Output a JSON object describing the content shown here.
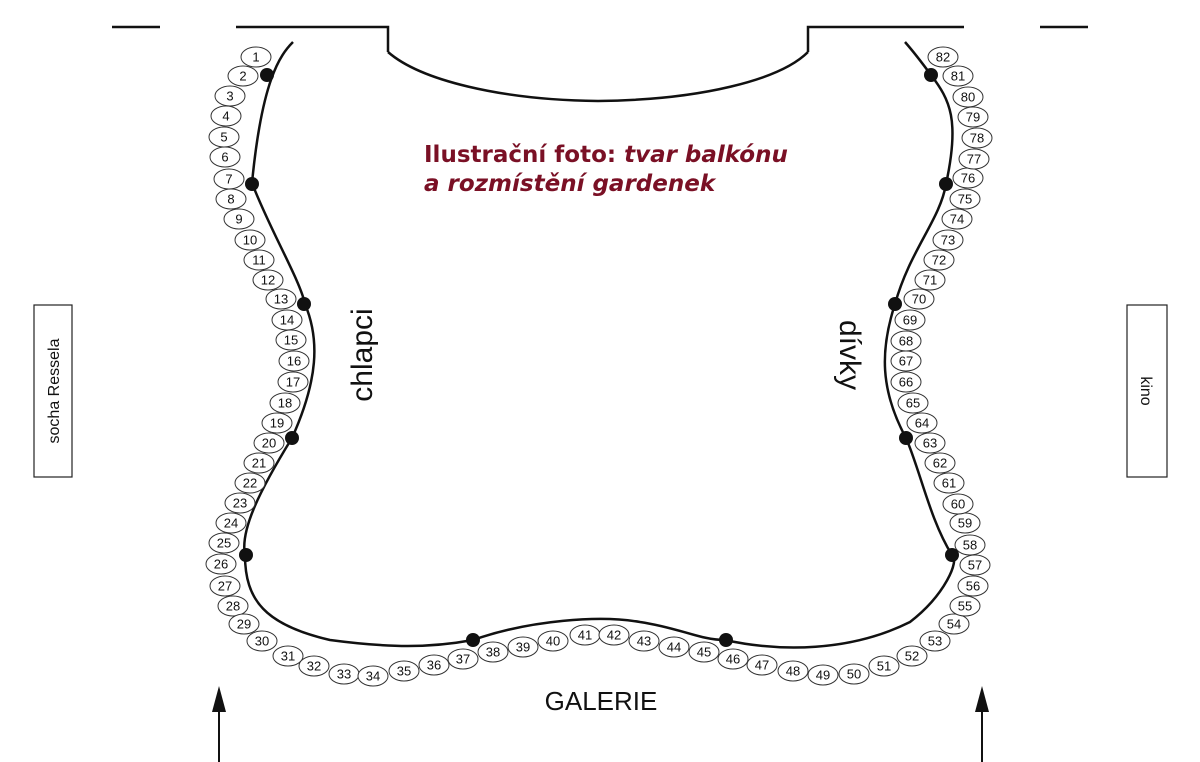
{
  "caption": {
    "prefix": "Ilustrační foto: ",
    "line1_italic": "tvar balkónu",
    "line2_italic": "a rozmístění gardenek"
  },
  "labels": {
    "boys": "chlapci",
    "girls": "dívky",
    "gallery": "GALERIE",
    "statue": "socha Ressela",
    "cinema": "kino"
  },
  "seats": [
    {
      "number": "1",
      "side": "left"
    },
    {
      "number": "2",
      "side": "left"
    },
    {
      "number": "3",
      "side": "left"
    },
    {
      "number": "4",
      "side": "left"
    },
    {
      "number": "5",
      "side": "left"
    },
    {
      "number": "6",
      "side": "left"
    },
    {
      "number": "7",
      "side": "left"
    },
    {
      "number": "8",
      "side": "left"
    },
    {
      "number": "9",
      "side": "left"
    },
    {
      "number": "10",
      "side": "left"
    },
    {
      "number": "11",
      "side": "left"
    },
    {
      "number": "12",
      "side": "left"
    },
    {
      "number": "13",
      "side": "left"
    },
    {
      "number": "14",
      "side": "left"
    },
    {
      "number": "15",
      "side": "left"
    },
    {
      "number": "16",
      "side": "left"
    },
    {
      "number": "17",
      "side": "left"
    },
    {
      "number": "18",
      "side": "left"
    },
    {
      "number": "19",
      "side": "left"
    },
    {
      "number": "20",
      "side": "left"
    },
    {
      "number": "21",
      "side": "left"
    },
    {
      "number": "22",
      "side": "left"
    },
    {
      "number": "23",
      "side": "left"
    },
    {
      "number": "24",
      "side": "left"
    },
    {
      "number": "25",
      "side": "left"
    },
    {
      "number": "26",
      "side": "left"
    },
    {
      "number": "27",
      "side": "left"
    },
    {
      "number": "28",
      "side": "left"
    },
    {
      "number": "29",
      "side": "left"
    },
    {
      "number": "30",
      "side": "bottom"
    },
    {
      "number": "31",
      "side": "bottom"
    },
    {
      "number": "32",
      "side": "bottom"
    },
    {
      "number": "33",
      "side": "bottom"
    },
    {
      "number": "34",
      "side": "bottom"
    },
    {
      "number": "35",
      "side": "bottom"
    },
    {
      "number": "36",
      "side": "bottom"
    },
    {
      "number": "37",
      "side": "bottom"
    },
    {
      "number": "38",
      "side": "bottom"
    },
    {
      "number": "39",
      "side": "bottom"
    },
    {
      "number": "40",
      "side": "bottom"
    },
    {
      "number": "41",
      "side": "bottom"
    },
    {
      "number": "42",
      "side": "bottom"
    },
    {
      "number": "43",
      "side": "bottom"
    },
    {
      "number": "44",
      "side": "bottom"
    },
    {
      "number": "45",
      "side": "bottom"
    },
    {
      "number": "46",
      "side": "bottom"
    },
    {
      "number": "47",
      "side": "bottom"
    },
    {
      "number": "48",
      "side": "bottom"
    },
    {
      "number": "49",
      "side": "bottom"
    },
    {
      "number": "50",
      "side": "bottom"
    },
    {
      "number": "51",
      "side": "bottom"
    },
    {
      "number": "52",
      "side": "bottom"
    },
    {
      "number": "53",
      "side": "right"
    },
    {
      "number": "54",
      "side": "right"
    },
    {
      "number": "55",
      "side": "right"
    },
    {
      "number": "56",
      "side": "right"
    },
    {
      "number": "57",
      "side": "right"
    },
    {
      "number": "58",
      "side": "right"
    },
    {
      "number": "59",
      "side": "right"
    },
    {
      "number": "60",
      "side": "right"
    },
    {
      "number": "61",
      "side": "right"
    },
    {
      "number": "62",
      "side": "right"
    },
    {
      "number": "63",
      "side": "right"
    },
    {
      "number": "64",
      "side": "right"
    },
    {
      "number": "65",
      "side": "right"
    },
    {
      "number": "66",
      "side": "right"
    },
    {
      "number": "67",
      "side": "right"
    },
    {
      "number": "68",
      "side": "right"
    },
    {
      "number": "69",
      "side": "right"
    },
    {
      "number": "70",
      "side": "right"
    },
    {
      "number": "71",
      "side": "right"
    },
    {
      "number": "72",
      "side": "right"
    },
    {
      "number": "73",
      "side": "right"
    },
    {
      "number": "74",
      "side": "right"
    },
    {
      "number": "75",
      "side": "right"
    },
    {
      "number": "76",
      "side": "right"
    },
    {
      "number": "77",
      "side": "right"
    },
    {
      "number": "78",
      "side": "right"
    },
    {
      "number": "79",
      "side": "right"
    },
    {
      "number": "80",
      "side": "right"
    },
    {
      "number": "81",
      "side": "right"
    },
    {
      "number": "82",
      "side": "right"
    }
  ],
  "support_posts_count": 12,
  "arrows": [
    "up-arrow-left",
    "up-arrow-right"
  ],
  "colors": {
    "caption": "#7a1025",
    "lines": "#111111",
    "seat_fill": "#ffffff"
  }
}
